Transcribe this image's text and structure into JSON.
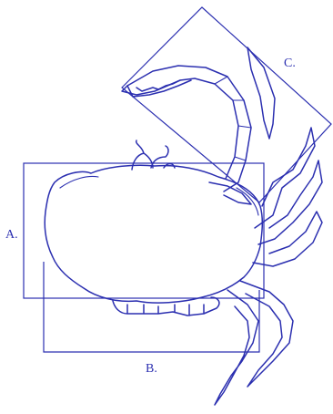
{
  "diagram": {
    "ink_color": "#2b2fb0",
    "background": "#ffffff",
    "labels": {
      "a": "A.",
      "b": "B.",
      "c": "C."
    }
  }
}
